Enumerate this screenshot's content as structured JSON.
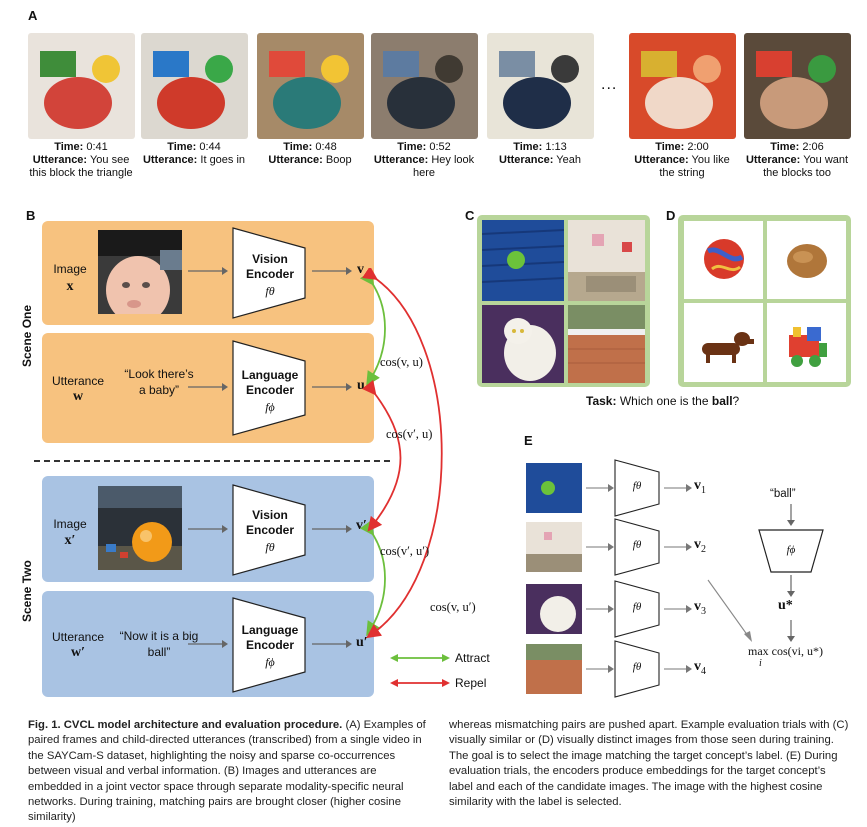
{
  "panel_a": {
    "letter": "A",
    "ellipsis": "...",
    "time_prefix": "Time:",
    "utterance_prefix": "Utterance:",
    "frames": [
      {
        "time": "0:41",
        "utterance": "You see this block the triangle"
      },
      {
        "time": "0:44",
        "utterance": "It goes in"
      },
      {
        "time": "0:48",
        "utterance": "Boop"
      },
      {
        "time": "0:52",
        "utterance": "Hey look here"
      },
      {
        "time": "1:13",
        "utterance": "Yeah"
      },
      {
        "time": "2:00",
        "utterance": "You like the string"
      },
      {
        "time": "2:06",
        "utterance": "You want the blocks too"
      }
    ]
  },
  "panel_b": {
    "letter": "B",
    "scene_one": "Scene One",
    "scene_two": "Scene Two",
    "row1": {
      "input_label": "Image",
      "input_var": "x",
      "encoder": "Vision Encoder",
      "func": "fθ",
      "output": "v"
    },
    "row2": {
      "input_label": "Utterance",
      "input_var": "w",
      "quote": "“Look there’s a baby”",
      "encoder": "Language Encoder",
      "func": "fϕ",
      "output": "u"
    },
    "row3": {
      "input_label": "Image",
      "input_var": "x′",
      "encoder": "Vision Encoder",
      "func": "fθ",
      "output": "v′"
    },
    "row4": {
      "input_label": "Utterance",
      "input_var": "w′",
      "quote": "“Now it is a big ball”",
      "encoder": "Language Encoder",
      "func": "fϕ",
      "output": "u′"
    },
    "cos_vu": "cos(v, u)",
    "cos_vpu": "cos(v′, u)",
    "cos_vpup": "cos(v′, u′)",
    "cos_vup": "cos(v, u′)",
    "legend_attract": "Attract",
    "legend_repel": "Repel",
    "colors": {
      "attract": "#6cbf3c",
      "repel": "#e03030",
      "scene_one": "#f7c27f",
      "scene_two": "#a9c3e3"
    }
  },
  "panel_c": {
    "letter": "C"
  },
  "panel_d": {
    "letter": "D",
    "task_prefix": "Task:",
    "task_text": "Which one is the",
    "task_word": "ball",
    "task_suffix": "?"
  },
  "panel_e": {
    "letter": "E",
    "func_v": "fθ",
    "outputs": [
      "v1",
      "v2",
      "v3",
      "v4"
    ],
    "query": "“ball”",
    "func_l": "fϕ",
    "u_star": "u*",
    "max_expr": "max cos(vi, u*)",
    "max_sub": "i"
  },
  "caption": {
    "title": "Fig. 1. CVCL model architecture and evaluation procedure.",
    "left": "(A) Examples of paired frames and child-directed utterances (transcribed) from a single video in the SAYCam-S dataset, highlighting the noisy and sparse co-occurrences between visual and verbal information. (B) Images and utterances are embedded in a joint vector space through separate modality-specific neural networks. During training, matching pairs are brought closer (higher cosine similarity)",
    "right": "whereas mismatching pairs are pushed apart. Example evaluation trials with (C) visually similar or (D) visually distinct images from those seen during training. The goal is to select the image matching the target concept’s label. (E) During evaluation trials, the encoders produce embeddings for the target concept’s label and each of the candidate images. The image with the highest cosine similarity with the label is selected."
  }
}
